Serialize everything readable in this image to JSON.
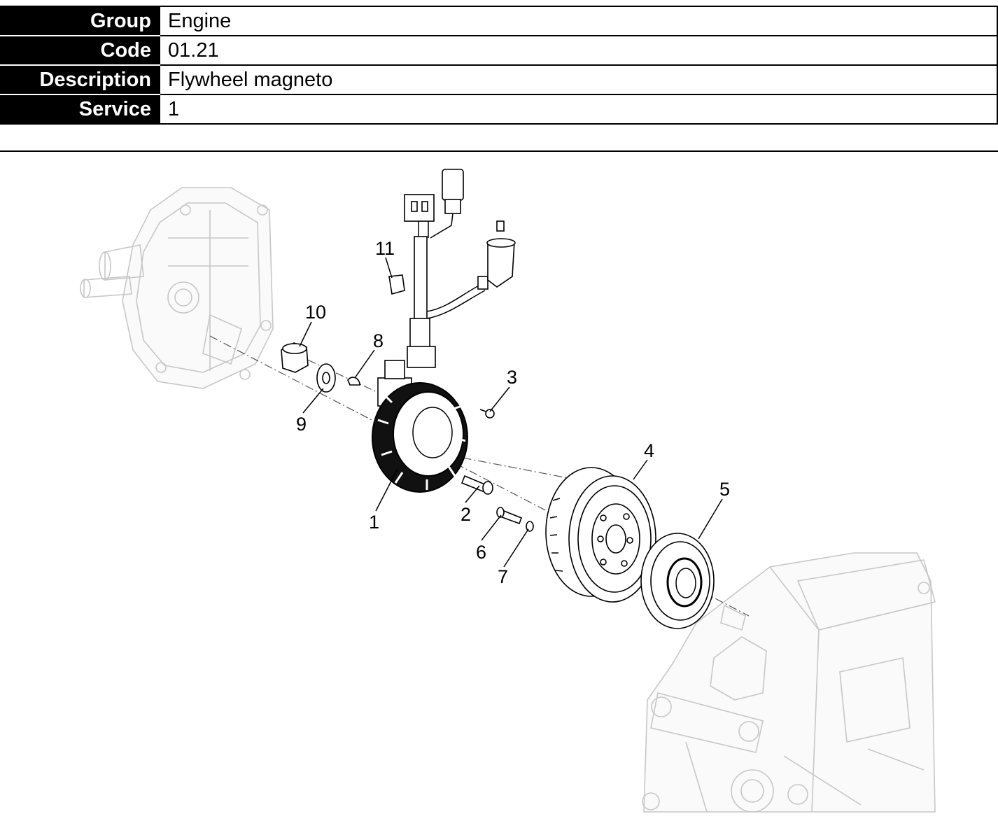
{
  "header": {
    "rows": [
      {
        "label": "Group",
        "value": "Engine"
      },
      {
        "label": "Code",
        "value": "01.21"
      },
      {
        "label": "Description",
        "value": "Flywheel magneto"
      },
      {
        "label": "Service",
        "value": "1"
      }
    ]
  },
  "diagram": {
    "callouts": [
      "1",
      "2",
      "3",
      "4",
      "5",
      "6",
      "7",
      "8",
      "9",
      "10",
      "11"
    ]
  }
}
